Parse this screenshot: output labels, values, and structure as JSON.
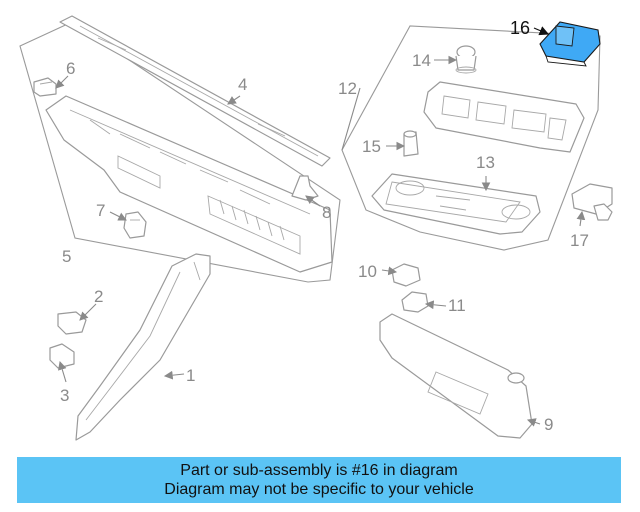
{
  "callouts": {
    "c1": "1",
    "c2": "2",
    "c3": "3",
    "c4": "4",
    "c5": "5",
    "c6": "6",
    "c7": "7",
    "c8": "8",
    "c9": "9",
    "c10": "10",
    "c11": "11",
    "c12": "12",
    "c13": "13",
    "c14": "14",
    "c15": "15",
    "c16": "16",
    "c17": "17"
  },
  "highlight": {
    "callout": "16",
    "color": "#3fa9f5"
  },
  "banner": {
    "line1": "Part or sub-assembly is #16 in diagram",
    "line2": "Diagram may not be specific to your vehicle",
    "background": "#5bc4f5"
  }
}
